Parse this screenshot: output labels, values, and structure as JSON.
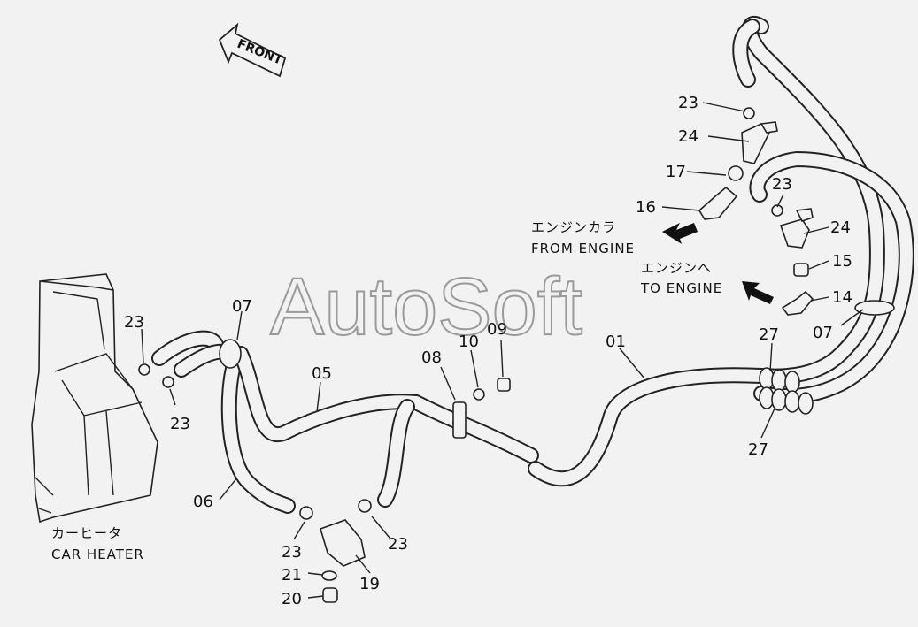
{
  "front_label": "FRONT",
  "watermark": "AutoSoft",
  "from_engine": {
    "jp": "エンジンカラ",
    "en": "FROM ENGINE"
  },
  "to_engine": {
    "jp": "エンジンへ",
    "en": "TO ENGINE"
  },
  "car_heater": {
    "jp": "カーヒータ",
    "en": "CAR HEATER"
  },
  "parts": {
    "p01": "01",
    "p05": "05",
    "p06": "06",
    "p07a": "07",
    "p07b": "07",
    "p08": "08",
    "p09": "09",
    "p10": "10",
    "p14": "14",
    "p15": "15",
    "p16": "16",
    "p17": "17",
    "p19": "19",
    "p20": "20",
    "p21": "21",
    "p23a": "23",
    "p23b": "23",
    "p23c": "23",
    "p23d": "23",
    "p23e": "23",
    "p23f": "23",
    "p24a": "24",
    "p24b": "24",
    "p27a": "27",
    "p27b": "27"
  }
}
